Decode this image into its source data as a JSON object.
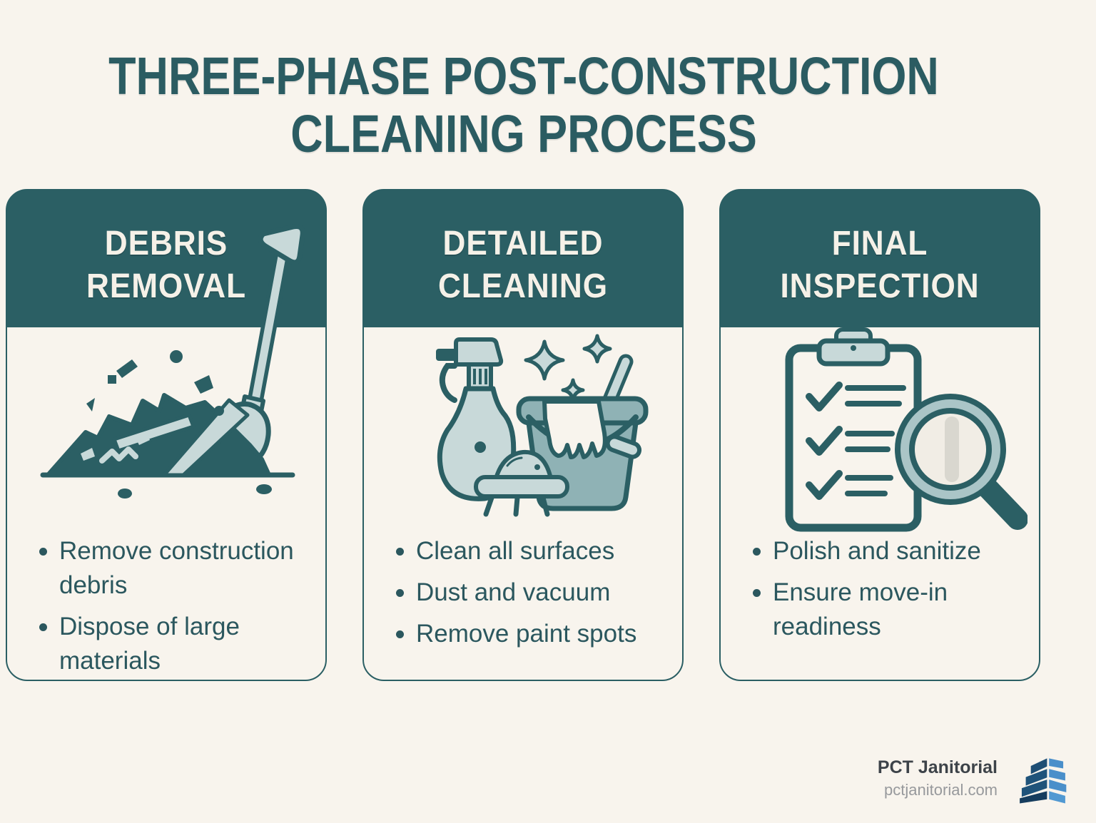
{
  "title": {
    "line1": "THREE-PHASE POST-CONSTRUCTION",
    "line2": "CLEANING PROCESS"
  },
  "cards": [
    {
      "title": "DEBRIS REMOVAL",
      "icon": "shovel-debris-icon",
      "bullets": [
        "Remove construction debris",
        "Dispose of large materials"
      ]
    },
    {
      "title": "DETAILED CLEANING",
      "icon": "cleaning-supplies-icon",
      "bullets": [
        "Clean all surfaces",
        "Dust and vacuum",
        "Remove paint spots"
      ]
    },
    {
      "title": "FINAL INSPECTION",
      "icon": "clipboard-magnifier-icon",
      "bullets": [
        "Polish and sanitize",
        "Ensure move-in readiness"
      ]
    }
  ],
  "footer": {
    "brand": "PCT Janitorial",
    "url": "pctjanitorial.com"
  },
  "colors": {
    "background": "#f8f4ed",
    "teal": "#2b5f64",
    "title_text": "#2b5c62",
    "header_text": "#f5f1e8",
    "body_text": "#2b575e",
    "icon_light": "#c8d9d9",
    "icon_mid": "#8fb2b5",
    "logo_dark_blue": "#1e4e74",
    "logo_navy": "#163d5e",
    "logo_light_blue": "#4a8fca",
    "footer_name_text": "#3d4349",
    "footer_url_text": "#97999c"
  }
}
